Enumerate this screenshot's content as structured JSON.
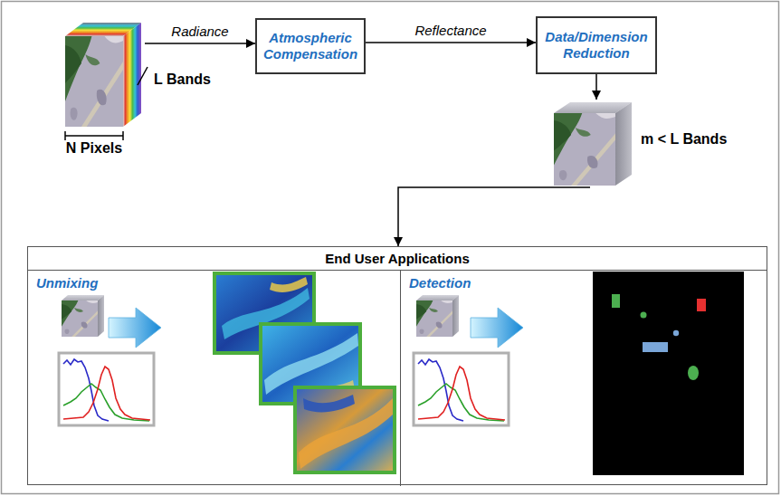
{
  "diagram": {
    "nodes": [
      {
        "text": [
          "L Bands",
          "N Pixels"
        ]
      },
      {
        "text": [
          "Atmospheric Compensation"
        ]
      },
      {
        "text": [
          "Data/Dimension Reduction"
        ]
      },
      {
        "text": [
          "m < L Bands"
        ]
      },
      {
        "text": [
          "End User Applications"
        ]
      },
      {
        "text": [
          "Unmixing"
        ],
        "in": 4
      },
      {
        "text": [
          "Detection"
        ],
        "in": 4
      }
    ],
    "edges": [
      {
        "from": 0,
        "to": 1,
        "label": "Radiance",
        "arrow": "to"
      },
      {
        "from": 1,
        "to": 2,
        "label": "Reflectance",
        "arrow": "to"
      },
      {
        "from": 2,
        "to": 3,
        "arrow": "to"
      },
      {
        "from": 3,
        "to": 4,
        "arrow": "to"
      }
    ]
  }
}
